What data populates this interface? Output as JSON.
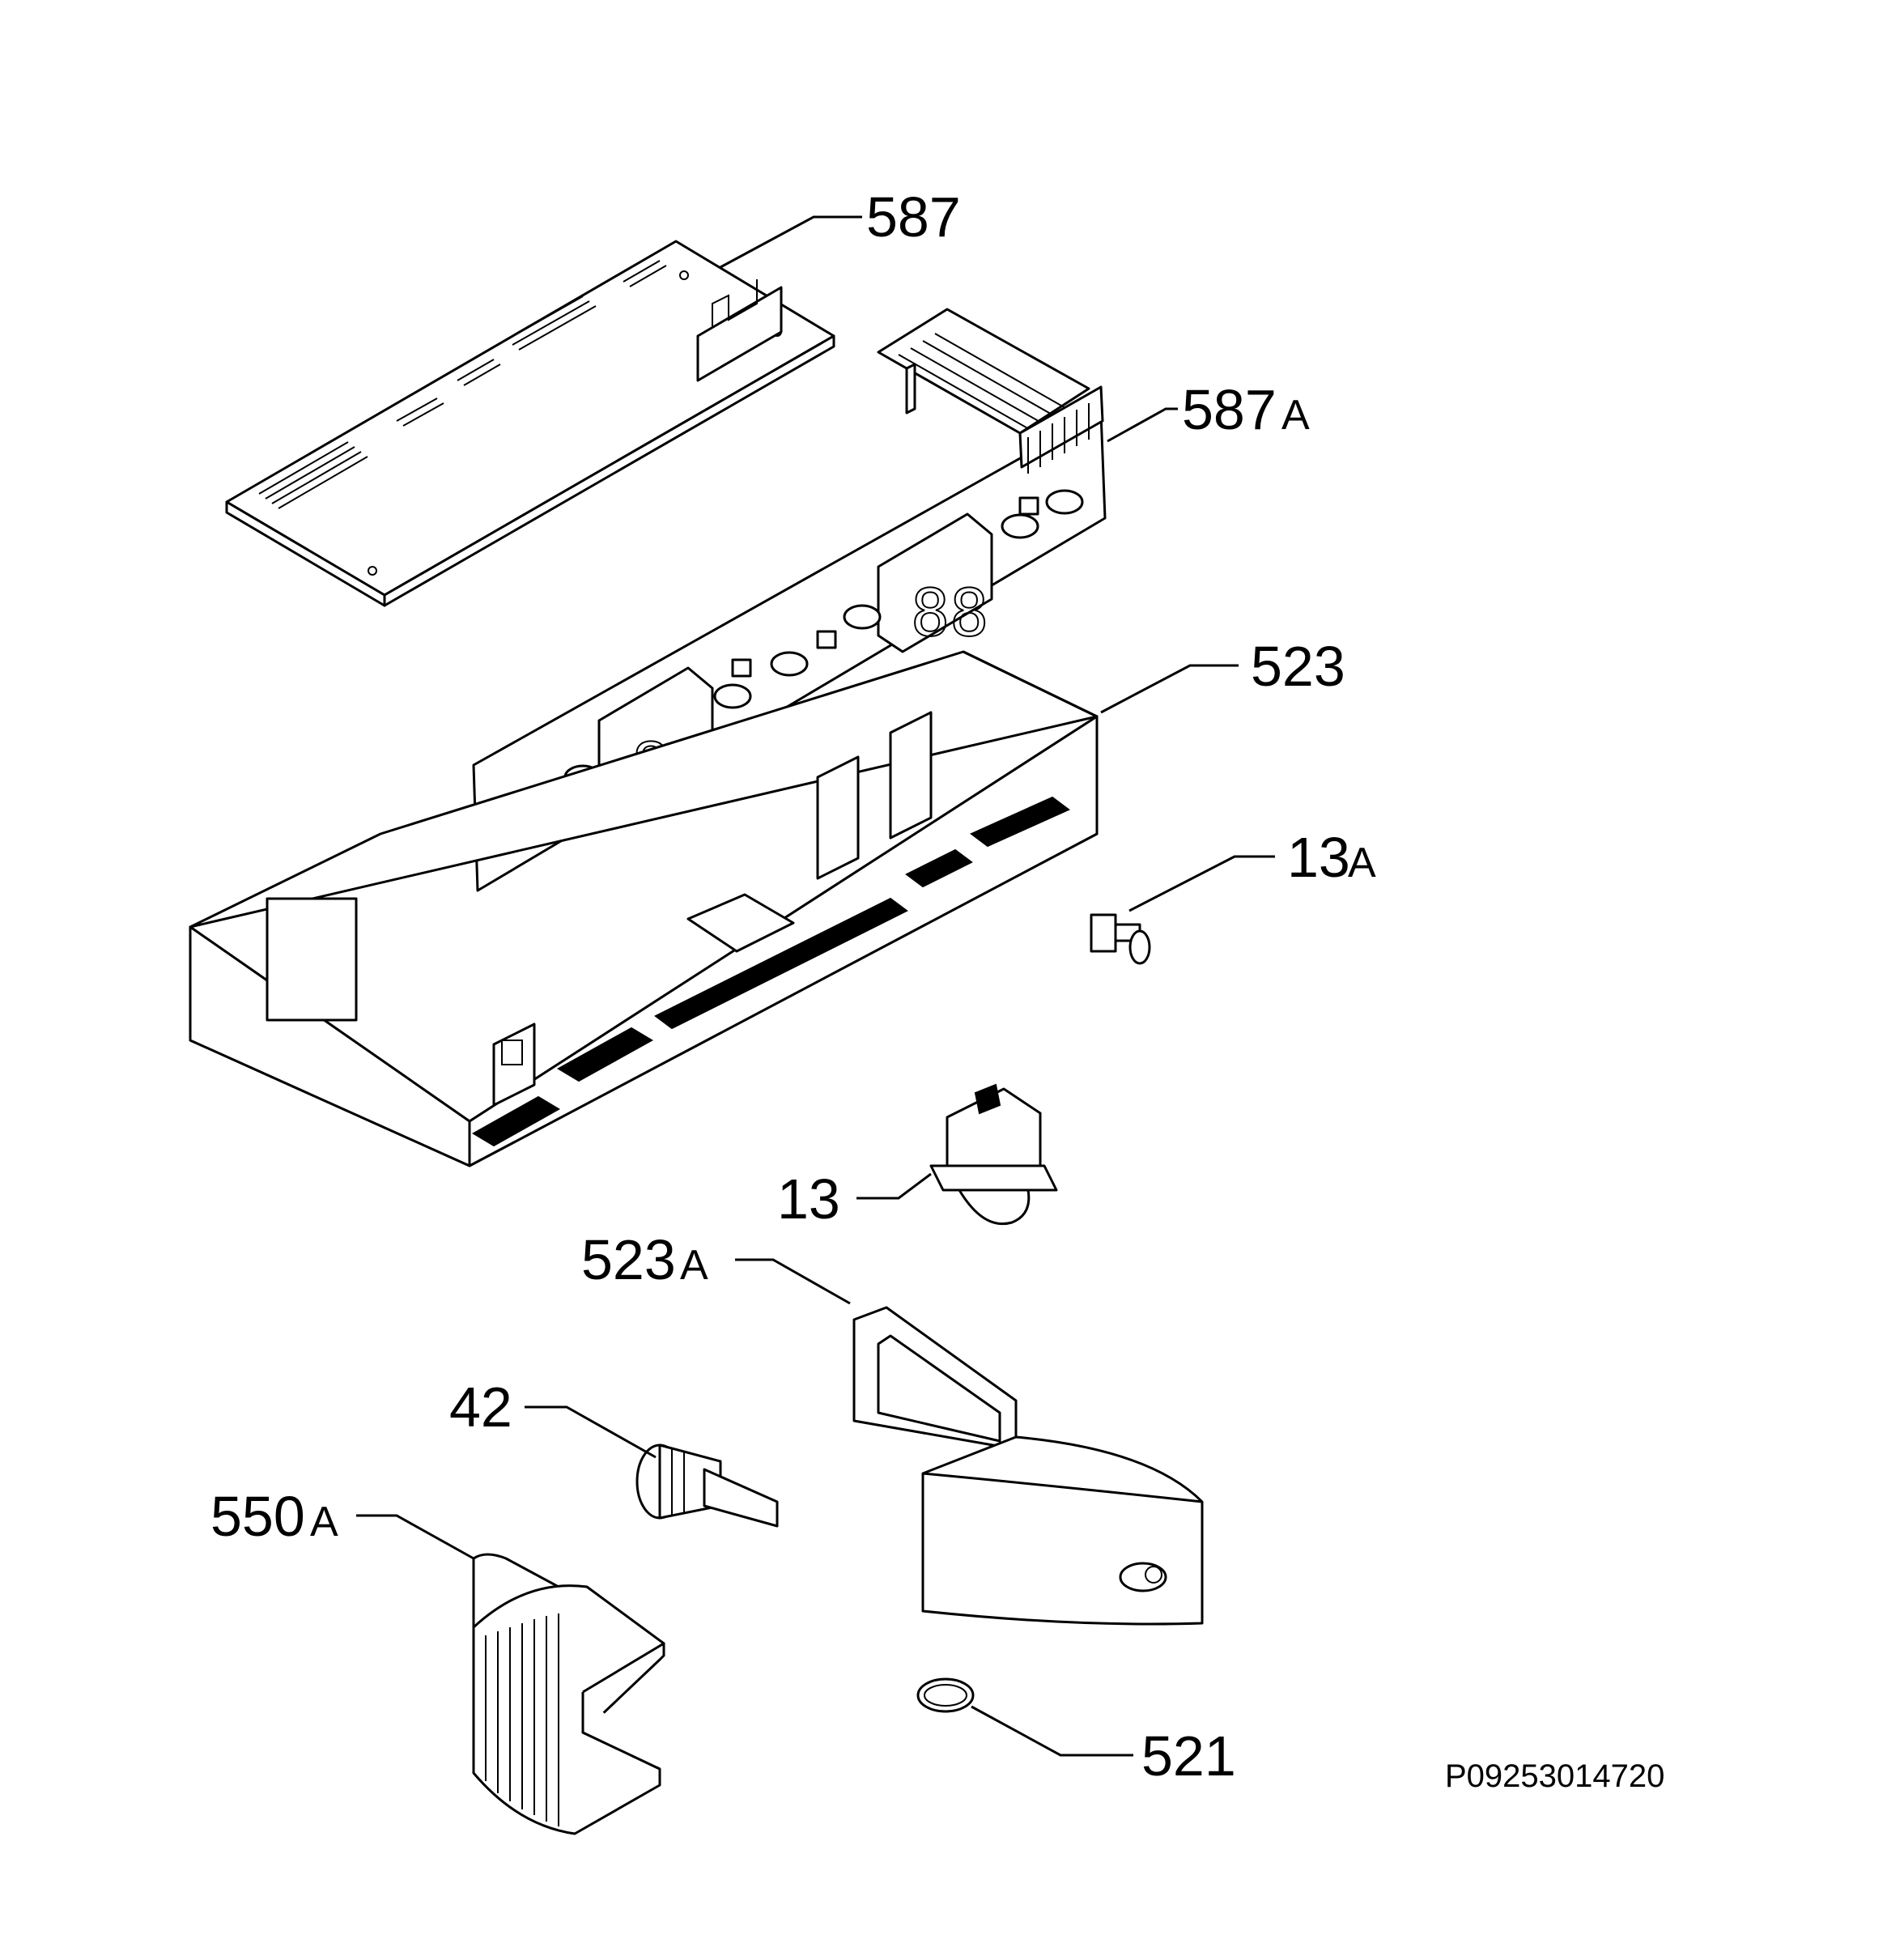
{
  "diagram_code": "P09253014720",
  "parts": [
    {
      "id": "587",
      "number": "587",
      "suffix": ""
    },
    {
      "id": "587A",
      "number": "587",
      "suffix": "A"
    },
    {
      "id": "523",
      "number": "523",
      "suffix": ""
    },
    {
      "id": "13A",
      "number": "13",
      "suffix": "A"
    },
    {
      "id": "13",
      "number": "13",
      "suffix": ""
    },
    {
      "id": "523A",
      "number": "523",
      "suffix": "A"
    },
    {
      "id": "42",
      "number": "42",
      "suffix": ""
    },
    {
      "id": "550A",
      "number": "550",
      "suffix": "A"
    },
    {
      "id": "521",
      "number": "521",
      "suffix": ""
    }
  ]
}
